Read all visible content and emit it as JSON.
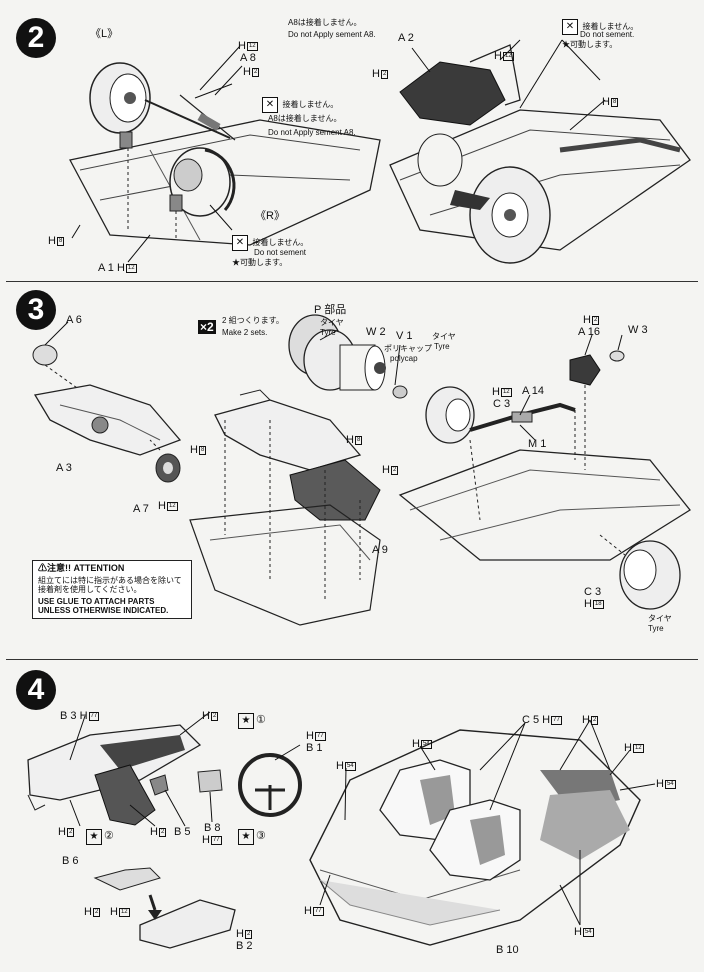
{
  "steps": [
    {
      "number": "2"
    },
    {
      "number": "3"
    },
    {
      "number": "4"
    }
  ],
  "step2": {
    "left_label": "《L》",
    "right_label": "《R》",
    "parts": {
      "a8": "A 8",
      "a1": "A 1",
      "a2": "A 2"
    },
    "paint": {
      "h12": "12",
      "h2": "2",
      "h8": "8"
    },
    "warn_center": {
      "ja": "接着しません。",
      "ja2": "A8は接着しません。",
      "en": "Do not Apply sement A8.",
      "top_ja": "A8は接着しません。",
      "top_en": "Do not Apply sement A8."
    },
    "warn_bottom": {
      "ja": "接着しません。",
      "en": "Do not sement",
      "ja2": "★可動します。"
    },
    "warn_right": {
      "ja": "接着しません。",
      "en": "Do not sement.",
      "ja2": "★可動します。"
    }
  },
  "step3": {
    "parts": {
      "a6": "A 6",
      "a3": "A 3",
      "a7": "A 7",
      "a9": "A 9",
      "a14": "A 14",
      "a16": "A 16",
      "c3": "C 3",
      "m1": "M 1",
      "w2": "W 2",
      "w3": "W 3",
      "v1": "V 1",
      "p_part": "P 部品"
    },
    "tire_ja": "タイヤ",
    "tire_en": "Tyre",
    "polycap_ja": "ポリキャップ",
    "polycap_en": "polycap",
    "make2_badge": "×2",
    "make2_ja": "2 組つくります。",
    "make2_en": "Make 2 sets.",
    "attention_title": "⚠注意!! ATTENTION",
    "attention_ja": "組立てには特に指示がある場合を除いて接着剤を使用してください。",
    "attention_en": "USE GLUE TO ATTACH PARTS UNLESS OTHERWISE INDICATED."
  },
  "step4": {
    "parts": {
      "b1": "B 1",
      "b2": "B 2",
      "b3": "B 3",
      "b5": "B 5",
      "b6": "B 6",
      "b8": "B 8",
      "b10": "B 10",
      "c5": "C 5"
    },
    "star1": "①",
    "star2": "②",
    "star3": "③",
    "paint": {
      "h77": "77",
      "h54": "54",
      "h2": "2",
      "h12": "12"
    }
  }
}
